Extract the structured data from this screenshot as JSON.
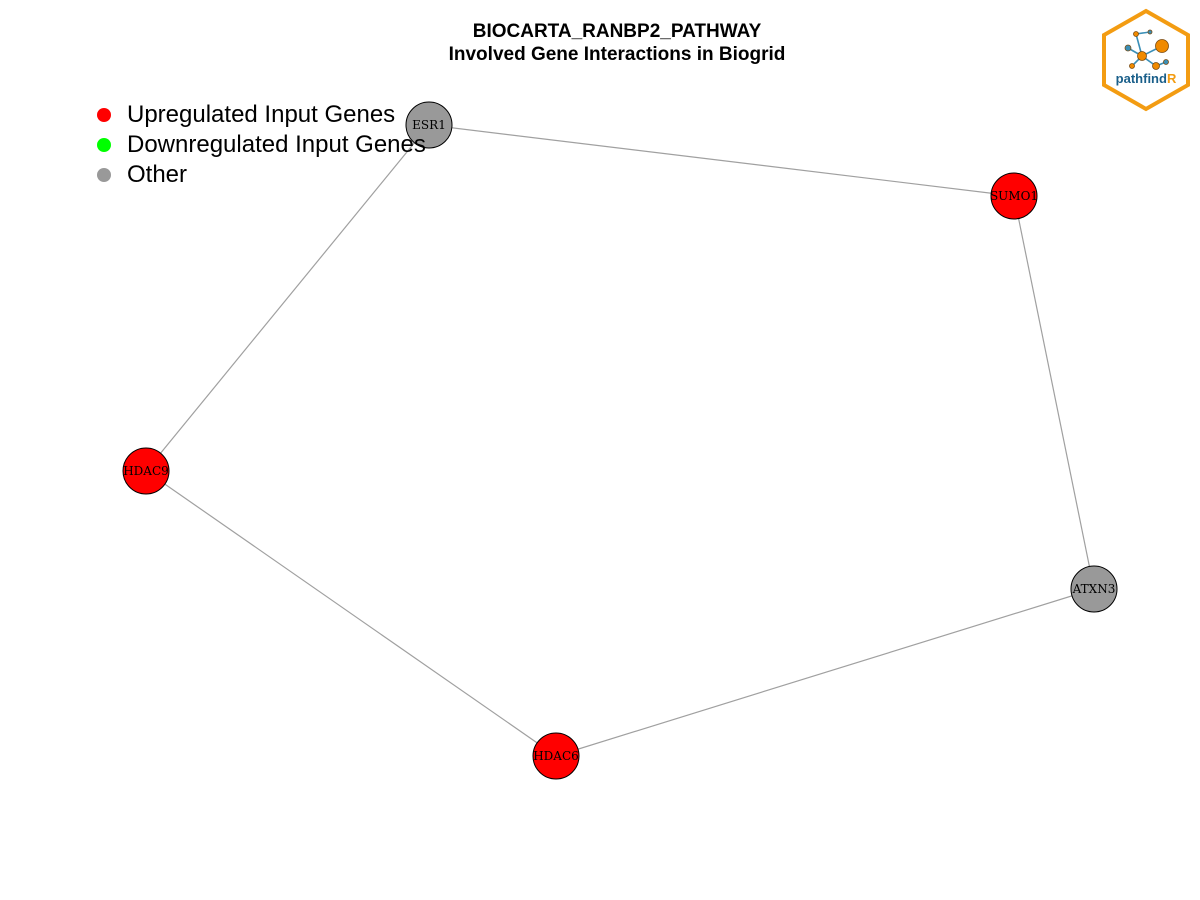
{
  "title": {
    "line1": "BIOCARTA_RANBP2_PATHWAY",
    "line2": "Involved Gene Interactions in Biogrid"
  },
  "legend": {
    "items": [
      {
        "label": "Upregulated Input Genes",
        "color": "#ff0000"
      },
      {
        "label": "Downregulated Input Genes",
        "color": "#00ff00"
      },
      {
        "label": "Other",
        "color": "#999999"
      }
    ]
  },
  "network": {
    "edge_color": "#a0a0a0",
    "nodes": [
      {
        "id": "ESR1",
        "label": "ESR1",
        "color": "#999999",
        "status": "Other"
      },
      {
        "id": "SUMO1",
        "label": "SUMO1",
        "color": "#ff0000",
        "status": "Upregulated Input Genes"
      },
      {
        "id": "HDAC9",
        "label": "HDAC9",
        "color": "#ff0000",
        "status": "Upregulated Input Genes"
      },
      {
        "id": "ATXN3",
        "label": "ATXN3",
        "color": "#999999",
        "status": "Other"
      },
      {
        "id": "HDAC6",
        "label": "HDAC6",
        "color": "#ff0000",
        "status": "Upregulated Input Genes"
      }
    ],
    "edges": [
      {
        "source": "ESR1",
        "target": "SUMO1"
      },
      {
        "source": "ESR1",
        "target": "HDAC9"
      },
      {
        "source": "SUMO1",
        "target": "ATXN3"
      },
      {
        "source": "ATXN3",
        "target": "HDAC6"
      },
      {
        "source": "HDAC9",
        "target": "HDAC6"
      }
    ]
  },
  "logo": {
    "text_main": "pathfind",
    "text_accent": "R",
    "border_color": "#f39c12",
    "text_color": "#1a5f8a",
    "node_color": "#f08a00"
  }
}
